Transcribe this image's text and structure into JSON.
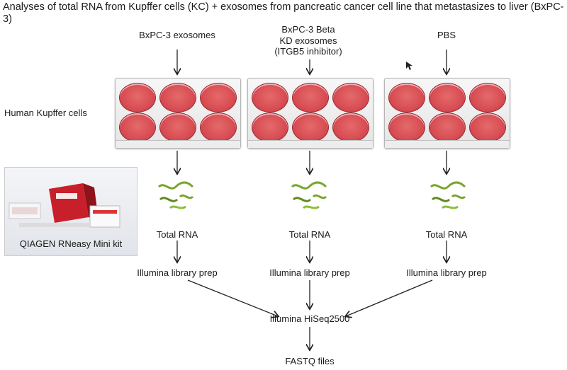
{
  "title": "Analyses of total RNA from Kupffer cells (KC) + exosomes from pancreatic cancer cell line that metastasizes to liver (BxPC-3)",
  "conditions": [
    {
      "label_lines": [
        "BxPC-3 exosomes"
      ]
    },
    {
      "label_lines": [
        "BxPC-3 Beta",
        "KD exosomes",
        "(ITGB5 inhibitor)"
      ]
    },
    {
      "label_lines": [
        "PBS"
      ]
    }
  ],
  "cell_label": "Human Kupffer cells",
  "kit_label": "QIAGEN RNeasy Mini kit",
  "step_rna": "Total RNA",
  "step_library": "Illumina library prep",
  "sequencer": "Illumina HiSeq2500",
  "output": "FASTQ files",
  "colors": {
    "well_fill": "#d94f55",
    "rna_strand": "#7aa52c",
    "arrow": "#222222"
  },
  "icons": [
    "culture-plate",
    "rna-helix-icon",
    "kit-photo",
    "mouse-cursor-icon"
  ]
}
